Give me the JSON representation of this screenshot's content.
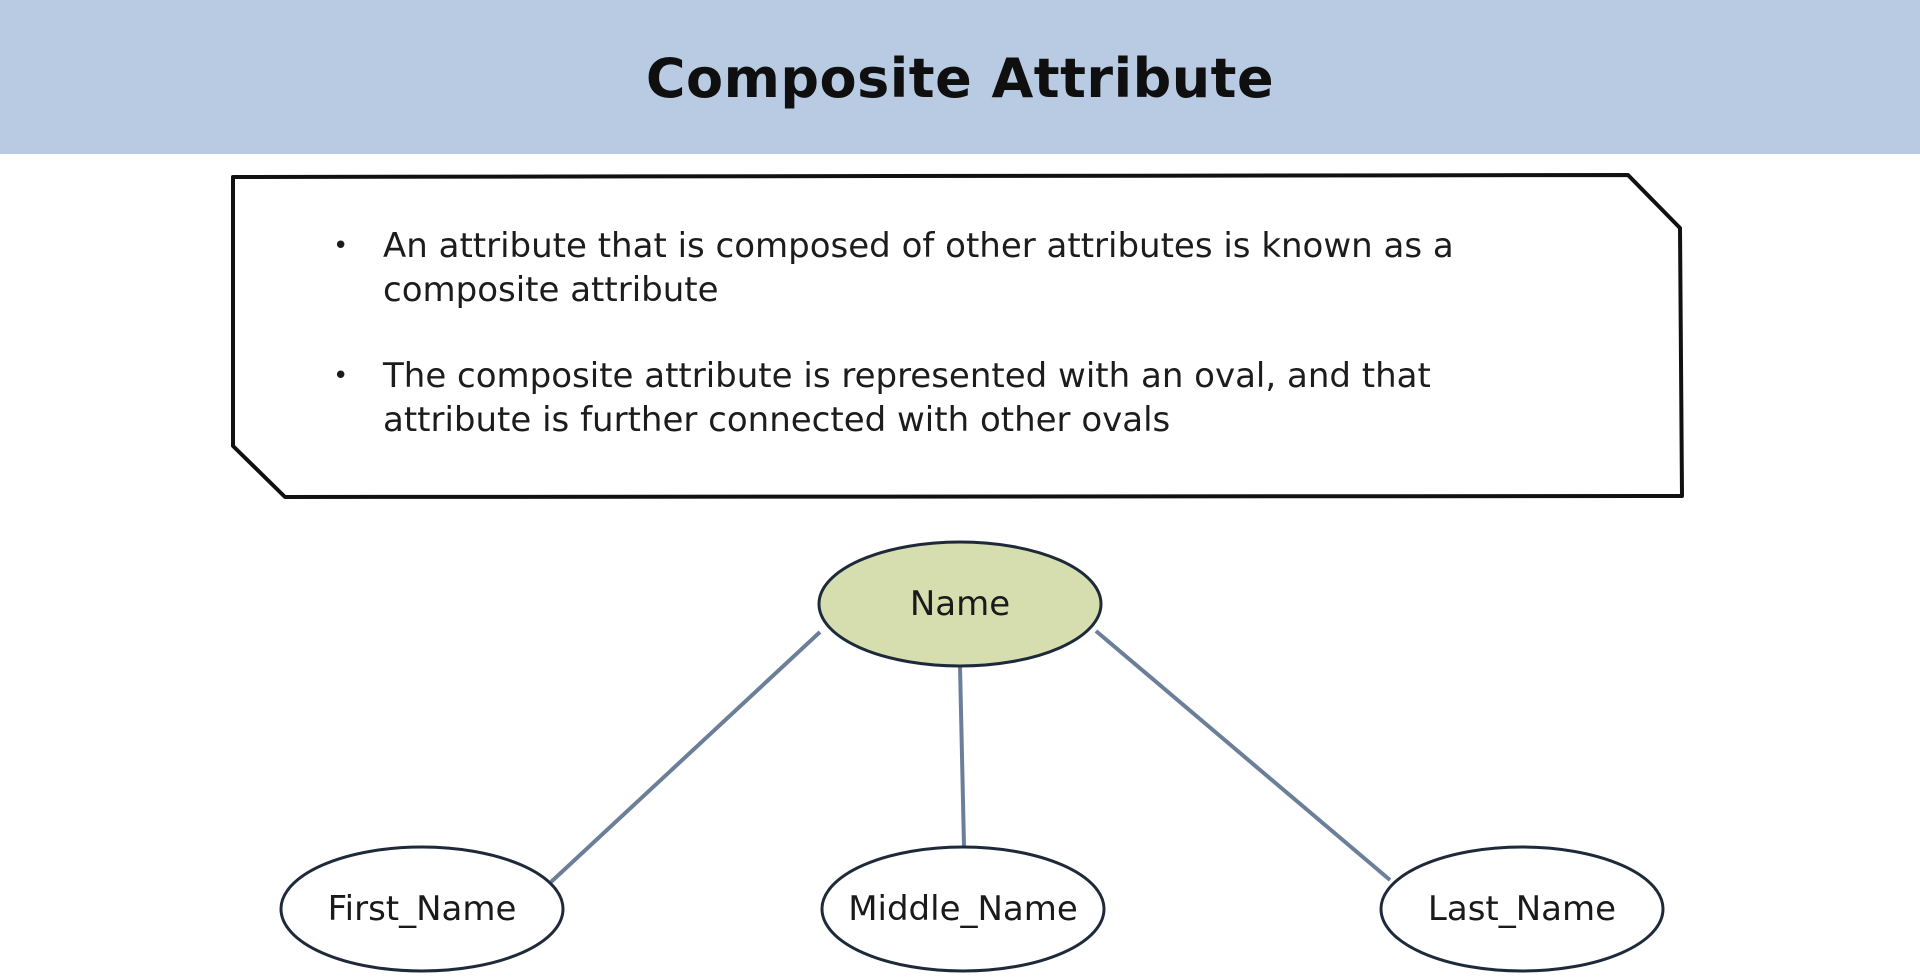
{
  "title": "Composite Attribute",
  "bullets": [
    "An attribute that is composed of other attributes is known as a composite attribute",
    "The composite attribute is represented with an oval, and that attribute is further connected with other ovals"
  ],
  "diagram": {
    "root": {
      "label": "Name",
      "fill": "#d6deb0"
    },
    "children": [
      {
        "label": "First_Name"
      },
      {
        "label": "Middle_Name"
      },
      {
        "label": "Last_Name"
      }
    ],
    "connector_color": "#6b7f99"
  }
}
